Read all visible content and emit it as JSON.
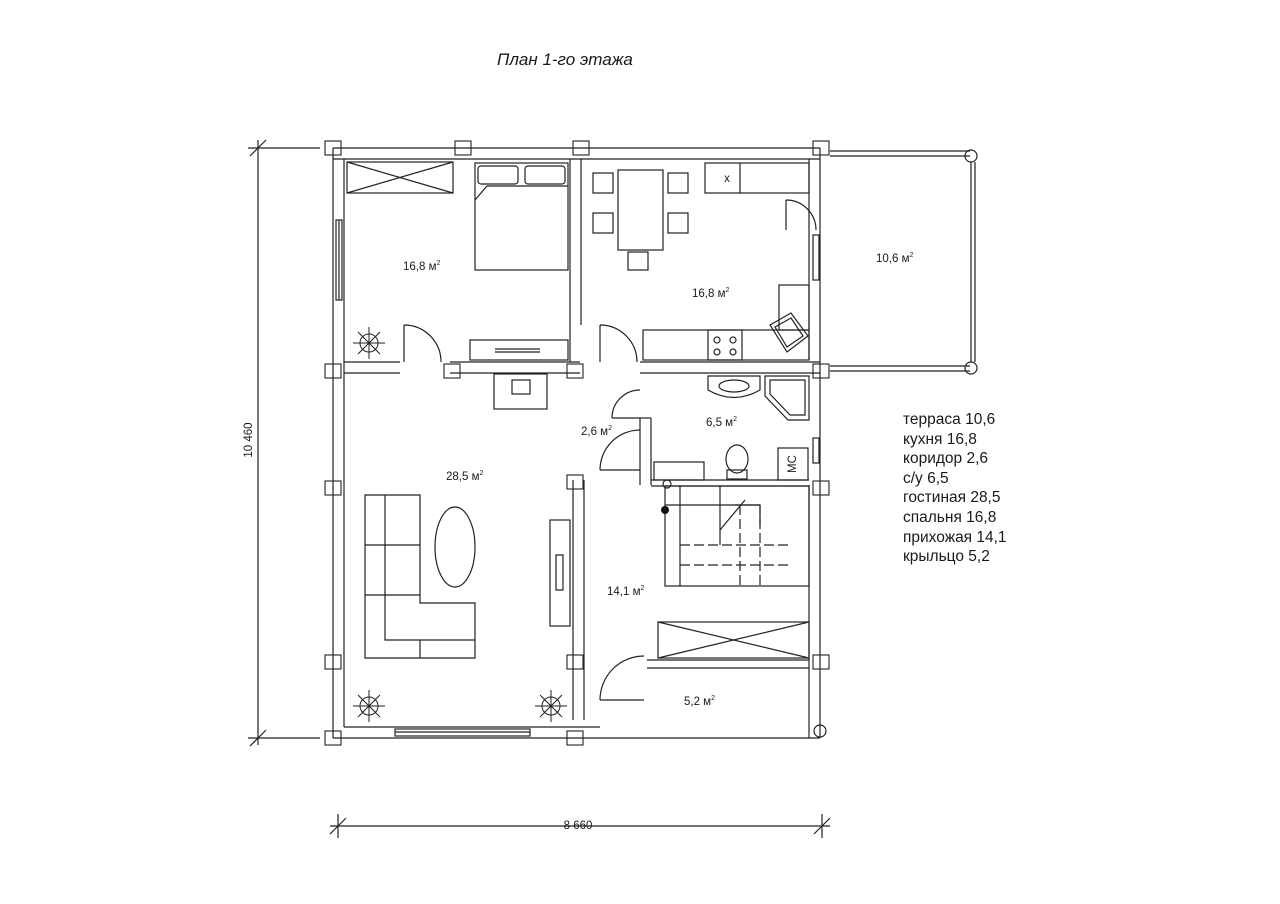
{
  "title": "План 1-го этажа",
  "dimensions": {
    "height": "10 460",
    "width": "8 660"
  },
  "rooms": {
    "bedroom": {
      "area": "16,8 м",
      "sup": "2"
    },
    "kitchen": {
      "area": "16,8 м",
      "sup": "2"
    },
    "terrace": {
      "area": "10,6 м",
      "sup": "2"
    },
    "corridor": {
      "area": "2,6 м",
      "sup": "2"
    },
    "bathroom": {
      "area": "6,5 м",
      "sup": "2"
    },
    "living": {
      "area": "28,5 м",
      "sup": "2"
    },
    "hall": {
      "area": "14,1 м",
      "sup": "2"
    },
    "porch": {
      "area": "5,2 м",
      "sup": "2"
    }
  },
  "fixture_labels": {
    "boiler": "МС",
    "stove_mark": "x"
  },
  "legend": [
    "терраса 10,6",
    "кухня 16,8",
    "коридор 2,6",
    "с/у 6,5",
    "гостиная 28,5",
    "спальня 16,8",
    "прихожая 14,1",
    "крыльцо 5,2"
  ]
}
